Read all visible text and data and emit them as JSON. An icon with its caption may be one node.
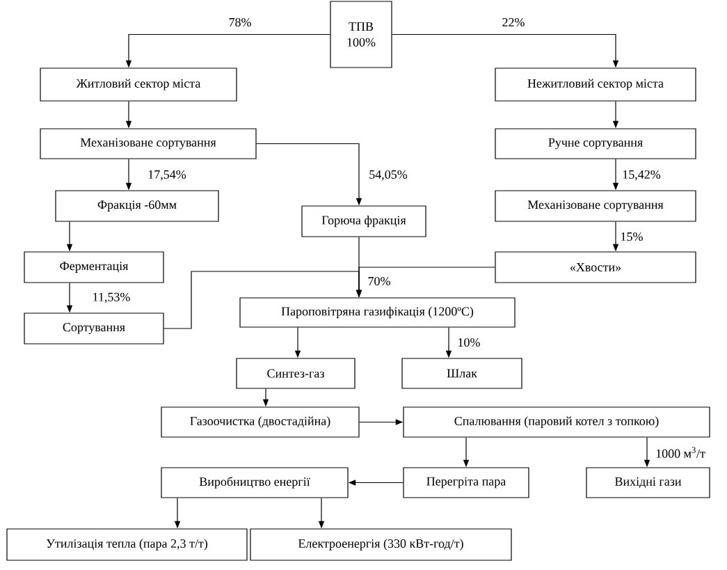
{
  "diagram": {
    "nodes": [
      {
        "text": [
          "ТПВ",
          "100%"
        ]
      },
      {
        "text": [
          "Житловий сектор міста"
        ]
      },
      {
        "text": [
          "Нежитловий сектор міста"
        ]
      },
      {
        "text": [
          "Механізоване сортування"
        ]
      },
      {
        "text": [
          "Ручне сортування"
        ]
      },
      {
        "text": [
          "Фракція -60мм"
        ]
      },
      {
        "text": [
          "Горюча фракція"
        ]
      },
      {
        "text": [
          "Механізоване сортування"
        ]
      },
      {
        "text": [
          "Ферментація"
        ]
      },
      {
        "text": [
          "«Хвости»"
        ]
      },
      {
        "text": [
          "Сортування"
        ]
      },
      {
        "text": [
          "Пароповітряна газифікація (1200ºC)"
        ]
      },
      {
        "text": [
          "Синтез-газ"
        ]
      },
      {
        "text": [
          "Шлак"
        ]
      },
      {
        "text": [
          "Газоочистка (двостадійна)"
        ]
      },
      {
        "text": [
          "Спалювання (паровий котел з топкою)"
        ]
      },
      {
        "text": [
          "Перегріта пара"
        ]
      },
      {
        "text": [
          "Вихідні гази"
        ]
      },
      {
        "text": [
          "Виробництво енергії"
        ]
      },
      {
        "text": [
          "Утилізація тепла (пара 2,3 т/т)"
        ]
      },
      {
        "text": [
          "Електроенергія (330 кВт-год/т)"
        ]
      }
    ],
    "edges": [
      {
        "from": 0,
        "to": 1,
        "arrow": "to",
        "label": "78%"
      },
      {
        "from": 0,
        "to": 2,
        "arrow": "to",
        "label": "22%"
      },
      {
        "from": 1,
        "to": 3,
        "arrow": "to"
      },
      {
        "from": 2,
        "to": 4,
        "arrow": "to"
      },
      {
        "from": 3,
        "to": 5,
        "arrow": "to",
        "label": "17,54%"
      },
      {
        "from": 3,
        "to": 6,
        "arrow": "to",
        "label": "54,05%"
      },
      {
        "from": 4,
        "to": 7,
        "arrow": "to",
        "label": "15,42%"
      },
      {
        "from": 5,
        "to": 8,
        "arrow": "to"
      },
      {
        "from": 6,
        "to": 11,
        "arrow": "to",
        "label": "70%"
      },
      {
        "from": 7,
        "to": 9,
        "arrow": "to",
        "label": "15%"
      },
      {
        "from": 9,
        "to": 11,
        "arrow": "to"
      },
      {
        "from": 8,
        "to": 10,
        "arrow": "to",
        "label": "11,53%"
      },
      {
        "from": 10,
        "to": 11,
        "arrow": "to"
      },
      {
        "from": 11,
        "to": 12,
        "arrow": "to"
      },
      {
        "from": 11,
        "to": 13,
        "arrow": "to",
        "label": "10%"
      },
      {
        "from": 12,
        "to": 14,
        "arrow": "to"
      },
      {
        "from": 14,
        "to": 15,
        "arrow": "to"
      },
      {
        "from": 15,
        "to": 16,
        "arrow": "to"
      },
      {
        "from": 15,
        "to": 17,
        "arrow": "to",
        "label": "1000 м$^{3}$/т"
      },
      {
        "from": 16,
        "to": 18,
        "arrow": "to"
      },
      {
        "from": 18,
        "to": 19,
        "arrow": "to"
      },
      {
        "from": 18,
        "to": 20,
        "arrow": "to"
      }
    ]
  }
}
